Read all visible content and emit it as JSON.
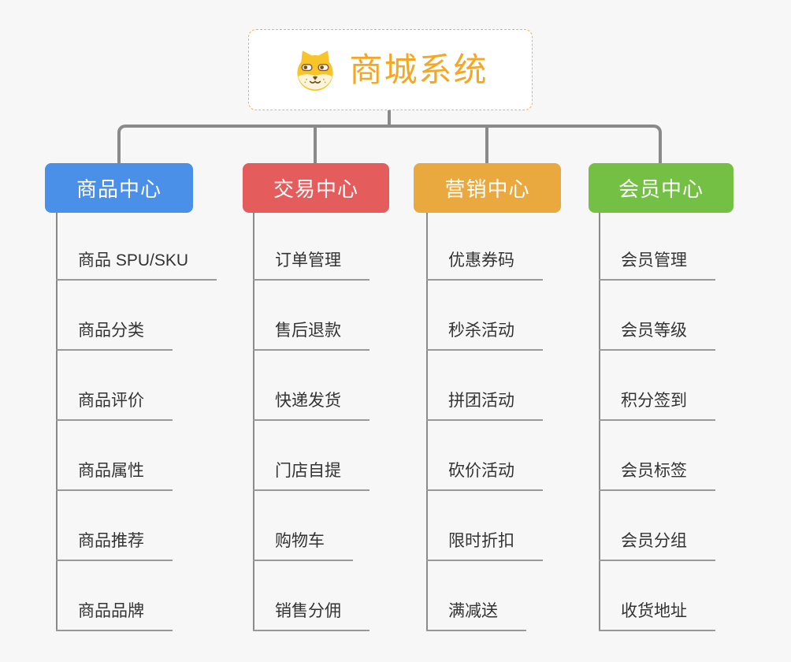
{
  "root": {
    "title": "商城系统",
    "icon": "dog-face"
  },
  "branches": [
    {
      "label": "商品中心",
      "color": "#4B90E8",
      "items": [
        "商品 SPU/SKU",
        "商品分类",
        "商品评价",
        "商品属性",
        "商品推荐",
        "商品品牌"
      ]
    },
    {
      "label": "交易中心",
      "color": "#E45C5C",
      "items": [
        "订单管理",
        "售后退款",
        "快递发货",
        "门店自提",
        "购物车",
        "销售分佣"
      ]
    },
    {
      "label": "营销中心",
      "color": "#EAA93F",
      "items": [
        "优惠券码",
        "秒杀活动",
        "拼团活动",
        "砍价活动",
        "限时折扣",
        "满减送"
      ]
    },
    {
      "label": "会员中心",
      "color": "#74C044",
      "items": [
        "会员管理",
        "会员等级",
        "积分签到",
        "会员标签",
        "会员分组",
        "收货地址"
      ]
    }
  ],
  "colors": {
    "background": "#F7F7F7",
    "connector": "#8A8A8A",
    "underline": "#999999",
    "item_text": "#333333",
    "root_text": "#F5A623",
    "root_border": "#F0B35C",
    "node_text": "#FFFFFF"
  }
}
